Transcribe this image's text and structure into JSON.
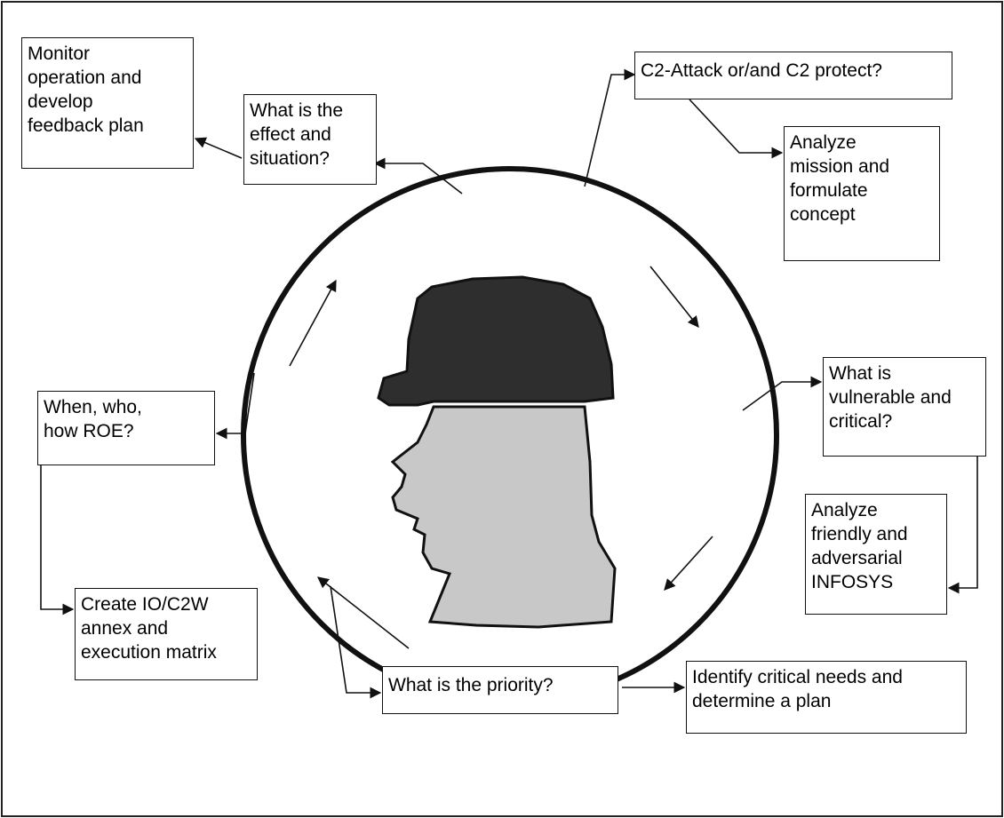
{
  "boxes": {
    "monitor": "Monitor\noperation and\ndevelop\nfeedback plan",
    "effect": "What is the\neffect and\nsituation?",
    "c2_attack": "C2-Attack or/and C2 protect?",
    "analyze_mission": "Analyze\nmission and\nformulate\nconcept",
    "vulnerable": "What is\nvulnerable and\ncritical?",
    "analyze_friendly": "Analyze\nfriendly and\nadversarial\nINFOSYS",
    "when_who": "When, who,\nhow ROE?",
    "create_annex": "Create IO/C2W\nannex and\nexecution matrix",
    "priority": "What is the priority?",
    "identify": "Identify critical needs and\ndetermine a plan"
  },
  "colors": {
    "helmet": "#2e2e2e",
    "face": "#c8c8c8",
    "outline": "#111111"
  }
}
